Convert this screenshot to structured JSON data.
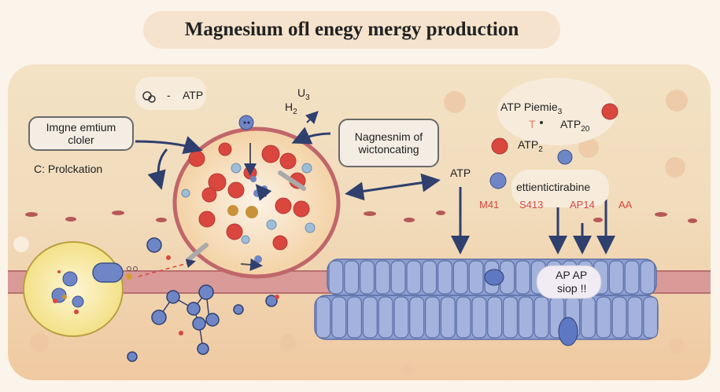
{
  "title": "Magnesium ofl enegy mergy production",
  "labels": {
    "left_box": "Imgne emtium\ncloler",
    "c_prolckation": "C: Prolckation",
    "atp_top_left": "ATP",
    "dash": "-",
    "u3": "U",
    "u3_sub": "3",
    "h2": "H",
    "h2_sub": "2",
    "mid_box": "Nagnesnim of\nwictoncating",
    "atp_mid": "ATP",
    "atp_pieme": "ATP Piemie",
    "atp_pieme_sub": "3",
    "t_mark": "T",
    "atp20": "ATP",
    "atp20_sub": "20",
    "atp2": "ATP",
    "atp2_sub": "2",
    "ettient": "ettientictirabine",
    "red_m41": "M41",
    "red_s413": "S413",
    "red_ap14": "AP14",
    "red_aa": "AA",
    "ap_ap": "AP AP",
    "siop": "siop !!"
  },
  "colors": {
    "mg_blue": "#6f86c6",
    "atp_red": "#d9473f",
    "arrow": "#2f3f6e",
    "membrane": "#d99a98",
    "vesicle": "#f6e690"
  }
}
